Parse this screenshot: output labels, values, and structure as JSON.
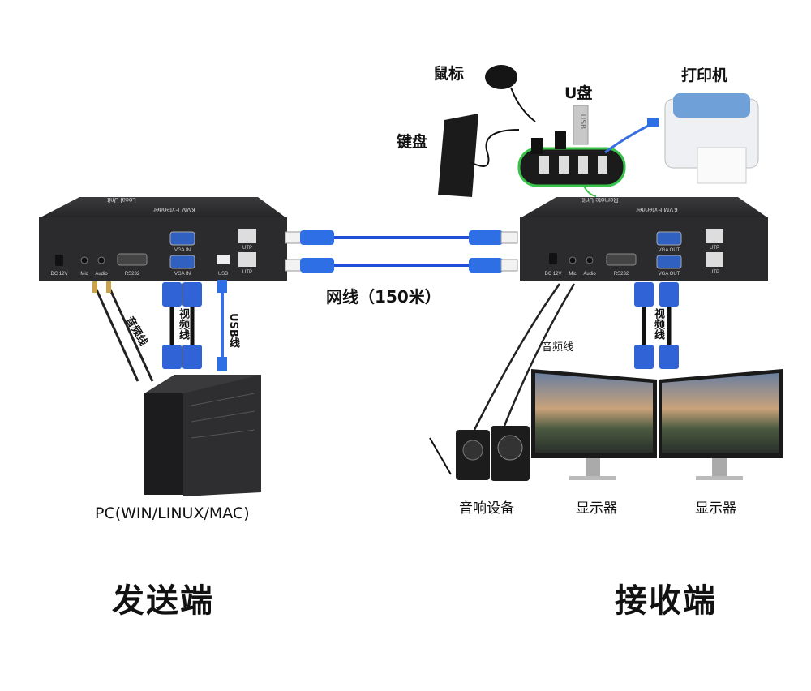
{
  "labels": {
    "mouse": "鼠标",
    "usb_disk": "U盘",
    "usb_disk_tag": "USB",
    "printer": "打印机",
    "keyboard": "键盘",
    "network_cable": "网线（150米）",
    "audio_cable_left": "音频线",
    "video_cable_left": "视频线",
    "usb_cable": "USB线",
    "audio_cable_right": "音频线",
    "video_cable_right": "视频线",
    "pc": "PC(WIN/LINUX/MAC)",
    "speakers": "音响设备",
    "monitor_1": "显示器",
    "monitor_2": "显示器",
    "sender": "发送端",
    "receiver": "接收端"
  },
  "local_unit": {
    "title": "KVM Extender",
    "subtitle": "Local Unit",
    "ports": [
      "DC 12V",
      "Mic",
      "Audio",
      "RS232",
      "VGA IN",
      "VGA IN",
      "USB",
      "UTP",
      "UTP"
    ]
  },
  "remote_unit": {
    "title": "KVM Extender",
    "subtitle": "Remote Unit",
    "ports": [
      "DC 12V",
      "Mic",
      "Audio",
      "RS232",
      "VGA OUT",
      "VGA OUT",
      "UTP",
      "UTP"
    ]
  },
  "colors": {
    "unit_body": "#2b2b2d",
    "cable_blue": "#1f4fd8",
    "connector_blue": "#2f6fe6",
    "hub_green": "#38c24a"
  }
}
